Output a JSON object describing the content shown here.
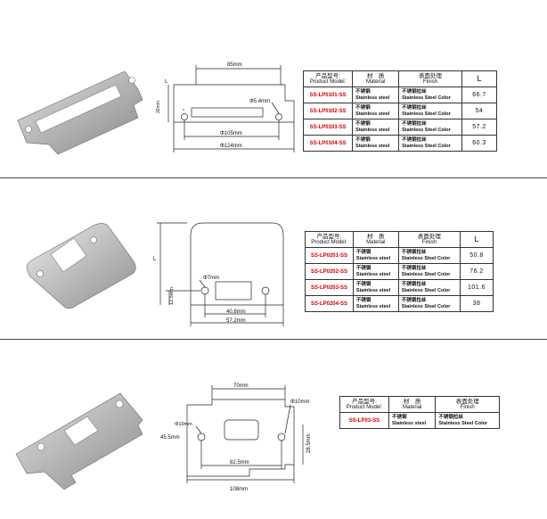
{
  "table_headers": {
    "model_zh": "产品型号:",
    "model_en": "Product Model:",
    "material_zh": "材　质",
    "material_en": "Material",
    "finish_zh": "表面处理",
    "finish_en": "Finish",
    "length": "L"
  },
  "section1": {
    "dims": {
      "top": "85mm",
      "hole": "Φ5.4mm",
      "height": "32mm",
      "inner": "Φ105mm",
      "outer": "Φ124mm",
      "side": "L"
    },
    "rows": [
      {
        "model": "SS-LP0101-SS",
        "material_zh": "不锈钢",
        "material_en": "Stainless steel",
        "finish_zh": "不锈钢拉丝",
        "finish_en": "Stainless Steel Color",
        "length": "66.7"
      },
      {
        "model": "SS-LP0102-SS",
        "material_zh": "不锈钢",
        "material_en": "Stainless steel",
        "finish_zh": "不锈钢拉丝",
        "finish_en": "Stainless Steel Color",
        "length": "54"
      },
      {
        "model": "SS-LP0103-SS",
        "material_zh": "不锈钢",
        "material_en": "Stainless steel",
        "finish_zh": "不锈钢拉丝",
        "finish_en": "Stainless Steel Color",
        "length": "57.2"
      },
      {
        "model": "SS-LP0104-SS",
        "material_zh": "不锈钢",
        "material_en": "Stainless steel",
        "finish_zh": "不锈钢拉丝",
        "finish_en": "Stainless Steel Color",
        "length": "60.3"
      }
    ]
  },
  "section2": {
    "dims": {
      "hole": "Φ7mm",
      "height": "12.5mm",
      "inner": "40.8mm",
      "outer": "57.2mm",
      "side": "L"
    },
    "rows": [
      {
        "model": "SS-LP0201-SS",
        "material_zh": "不锈钢",
        "material_en": "Stainless steel",
        "finish_zh": "不锈钢拉丝",
        "finish_en": "Stainless Steel Color",
        "length": "50.8"
      },
      {
        "model": "SS-LP0202-SS",
        "material_zh": "不锈钢",
        "material_en": "Stainless steel",
        "finish_zh": "不锈钢拉丝",
        "finish_en": "Stainless Steel Color",
        "length": "76.2"
      },
      {
        "model": "SS-LP0203-SS",
        "material_zh": "不锈钢",
        "material_en": "Stainless steel",
        "finish_zh": "不锈钢拉丝",
        "finish_en": "Stainless Steel Color",
        "length": "101.6"
      },
      {
        "model": "SS-LP0204-SS",
        "material_zh": "不锈钢",
        "material_en": "Stainless steel",
        "finish_zh": "不锈钢拉丝",
        "finish_en": "Stainless Steel Color",
        "length": "38"
      }
    ]
  },
  "section3": {
    "dims": {
      "top": "70mm",
      "hole_left": "Φ10mm",
      "hole_right": "Φ10mm",
      "height": "45.5mm",
      "right_height": "28.5mm",
      "inner": "82.5mm",
      "outer": "108mm"
    },
    "rows": [
      {
        "model": "SS-LP03-SS",
        "material_zh": "不锈钢",
        "material_en": "Stainless steel",
        "finish_zh": "不锈钢拉丝",
        "finish_en": "Stainless Steel Color"
      }
    ]
  },
  "colors": {
    "model_red": "#d10000",
    "metal": "#b9b9b9"
  }
}
